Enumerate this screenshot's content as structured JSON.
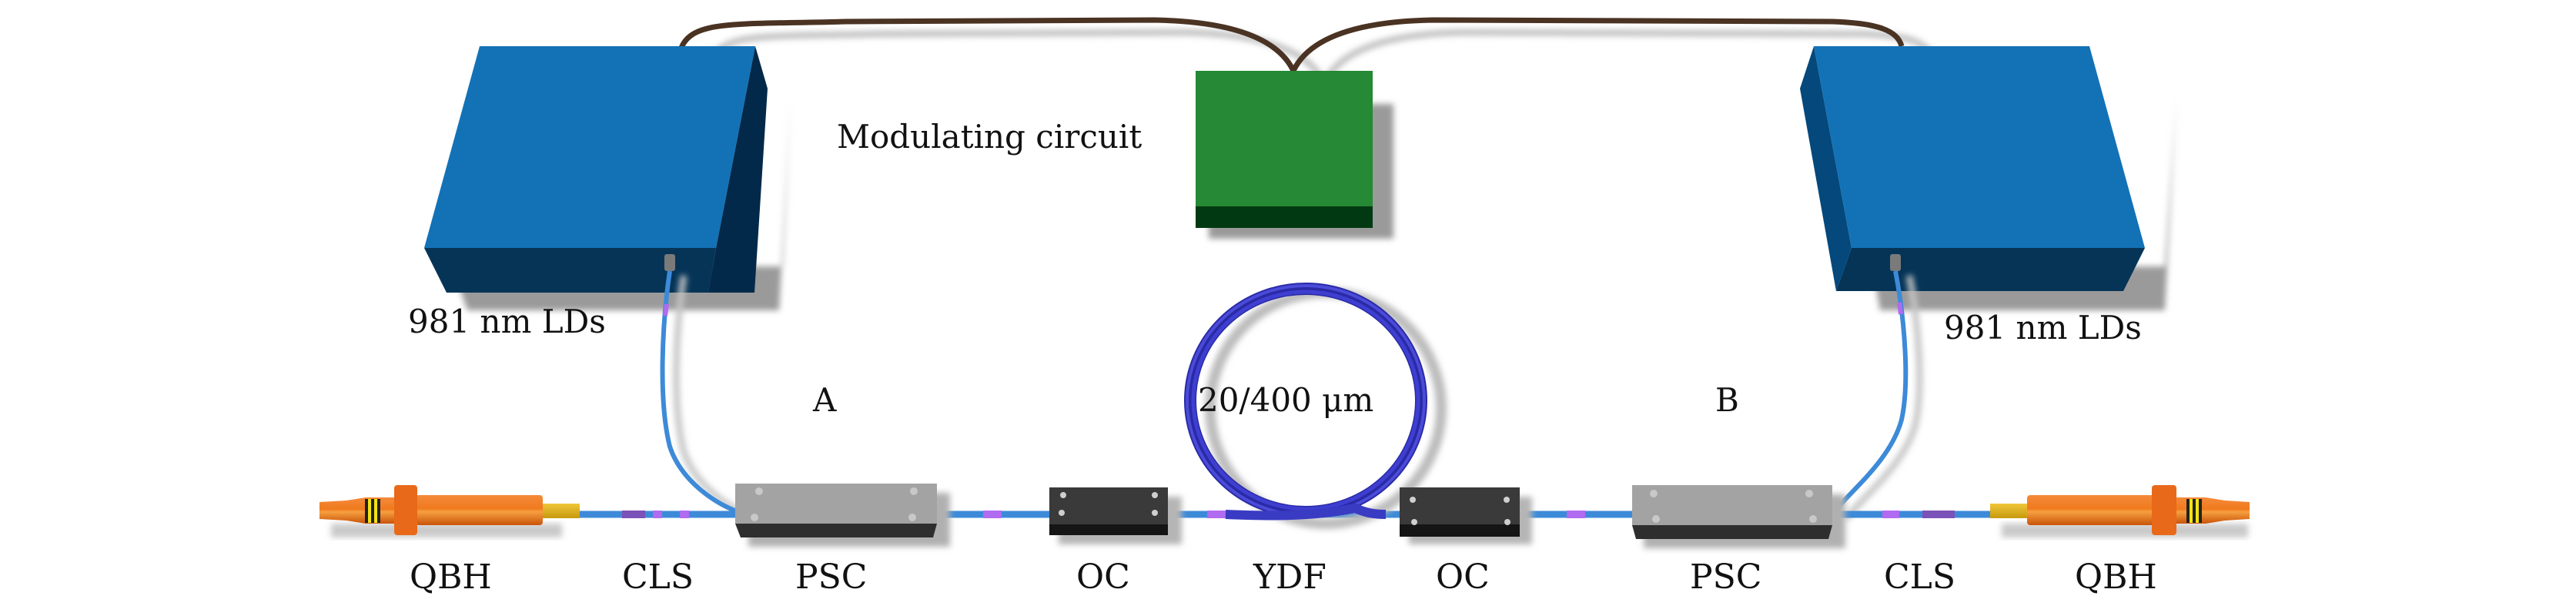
{
  "figure": {
    "type": "optical-setup-schematic",
    "description": "Bidirectional pumped fiber amplifier setup"
  },
  "colors": {
    "laser_diode_box": "#1372b6",
    "laser_diode_box_dark": "#033052",
    "modulator_box": "#258935",
    "modulator_box_dark": "#013710",
    "control_cable": "#4a3323",
    "pump_fiber": "#3d8ad8",
    "splice_marker": "#b06bf0",
    "gain_fiber": "#3a3bc3",
    "psc_body": "#a3a3a3",
    "psc_dark": "#2e2e2e",
    "oc_body": "#3a3a3a",
    "qbh_body": "#ee6b10",
    "qbh_sleeve": "#e1b312",
    "qbh_stripe": "#f3e313"
  },
  "labels": {
    "modulating_circuit": "Modulating circuit",
    "ld_left": "981 nm LDs",
    "ld_right": "981 nm LDs",
    "point_a": "A",
    "point_b": "B",
    "fiber_spec": "20/400 μm"
  },
  "components": [
    {
      "id": "qbh-left",
      "label": "QBH"
    },
    {
      "id": "cls-left",
      "label": "CLS"
    },
    {
      "id": "psc-left",
      "label": "PSC"
    },
    {
      "id": "oc-left",
      "label": "OC"
    },
    {
      "id": "ydf",
      "label": "YDF"
    },
    {
      "id": "oc-right",
      "label": "OC"
    },
    {
      "id": "psc-right",
      "label": "PSC"
    },
    {
      "id": "cls-right",
      "label": "CLS"
    },
    {
      "id": "qbh-right",
      "label": "QBH"
    }
  ]
}
